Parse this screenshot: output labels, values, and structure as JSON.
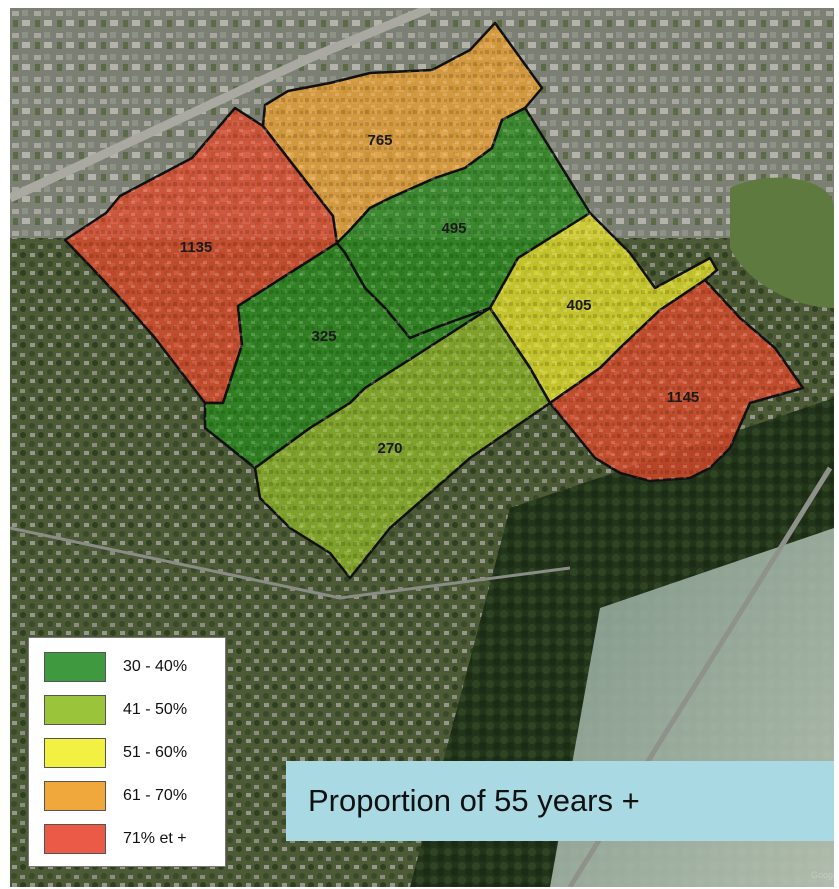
{
  "map": {
    "zones": [
      {
        "id": "nw",
        "label": "1135",
        "category": "71% et +"
      },
      {
        "id": "north",
        "label": "765",
        "category": "61 - 70%"
      },
      {
        "id": "center-north",
        "label": "495",
        "category": "30 - 40%"
      },
      {
        "id": "center",
        "label": "325",
        "category": "30 - 40%"
      },
      {
        "id": "east",
        "label": "405",
        "category": "51 - 60%"
      },
      {
        "id": "se",
        "label": "1145",
        "category": "71% et +"
      },
      {
        "id": "south",
        "label": "270",
        "category": "41 - 50%"
      }
    ]
  },
  "legend": {
    "items": [
      {
        "label": "30 - 40%",
        "color": "#3f9a3f"
      },
      {
        "label": "41 - 50%",
        "color": "#9ac43a"
      },
      {
        "label": "51 - 60%",
        "color": "#f2f040"
      },
      {
        "label": "61 - 70%",
        "color": "#f0a83c"
      },
      {
        "label": "71% et +",
        "color": "#ea5a47"
      }
    ]
  },
  "title": {
    "text": "Proportion of 55 years +"
  },
  "colors": {
    "zone_fill": {
      "30 - 40%": "#2a8a1e",
      "41 - 50%": "#8fb62a",
      "51 - 60%": "#e6e02a",
      "61 - 70%": "#eba032",
      "71% et +": "#e34a2c"
    }
  }
}
